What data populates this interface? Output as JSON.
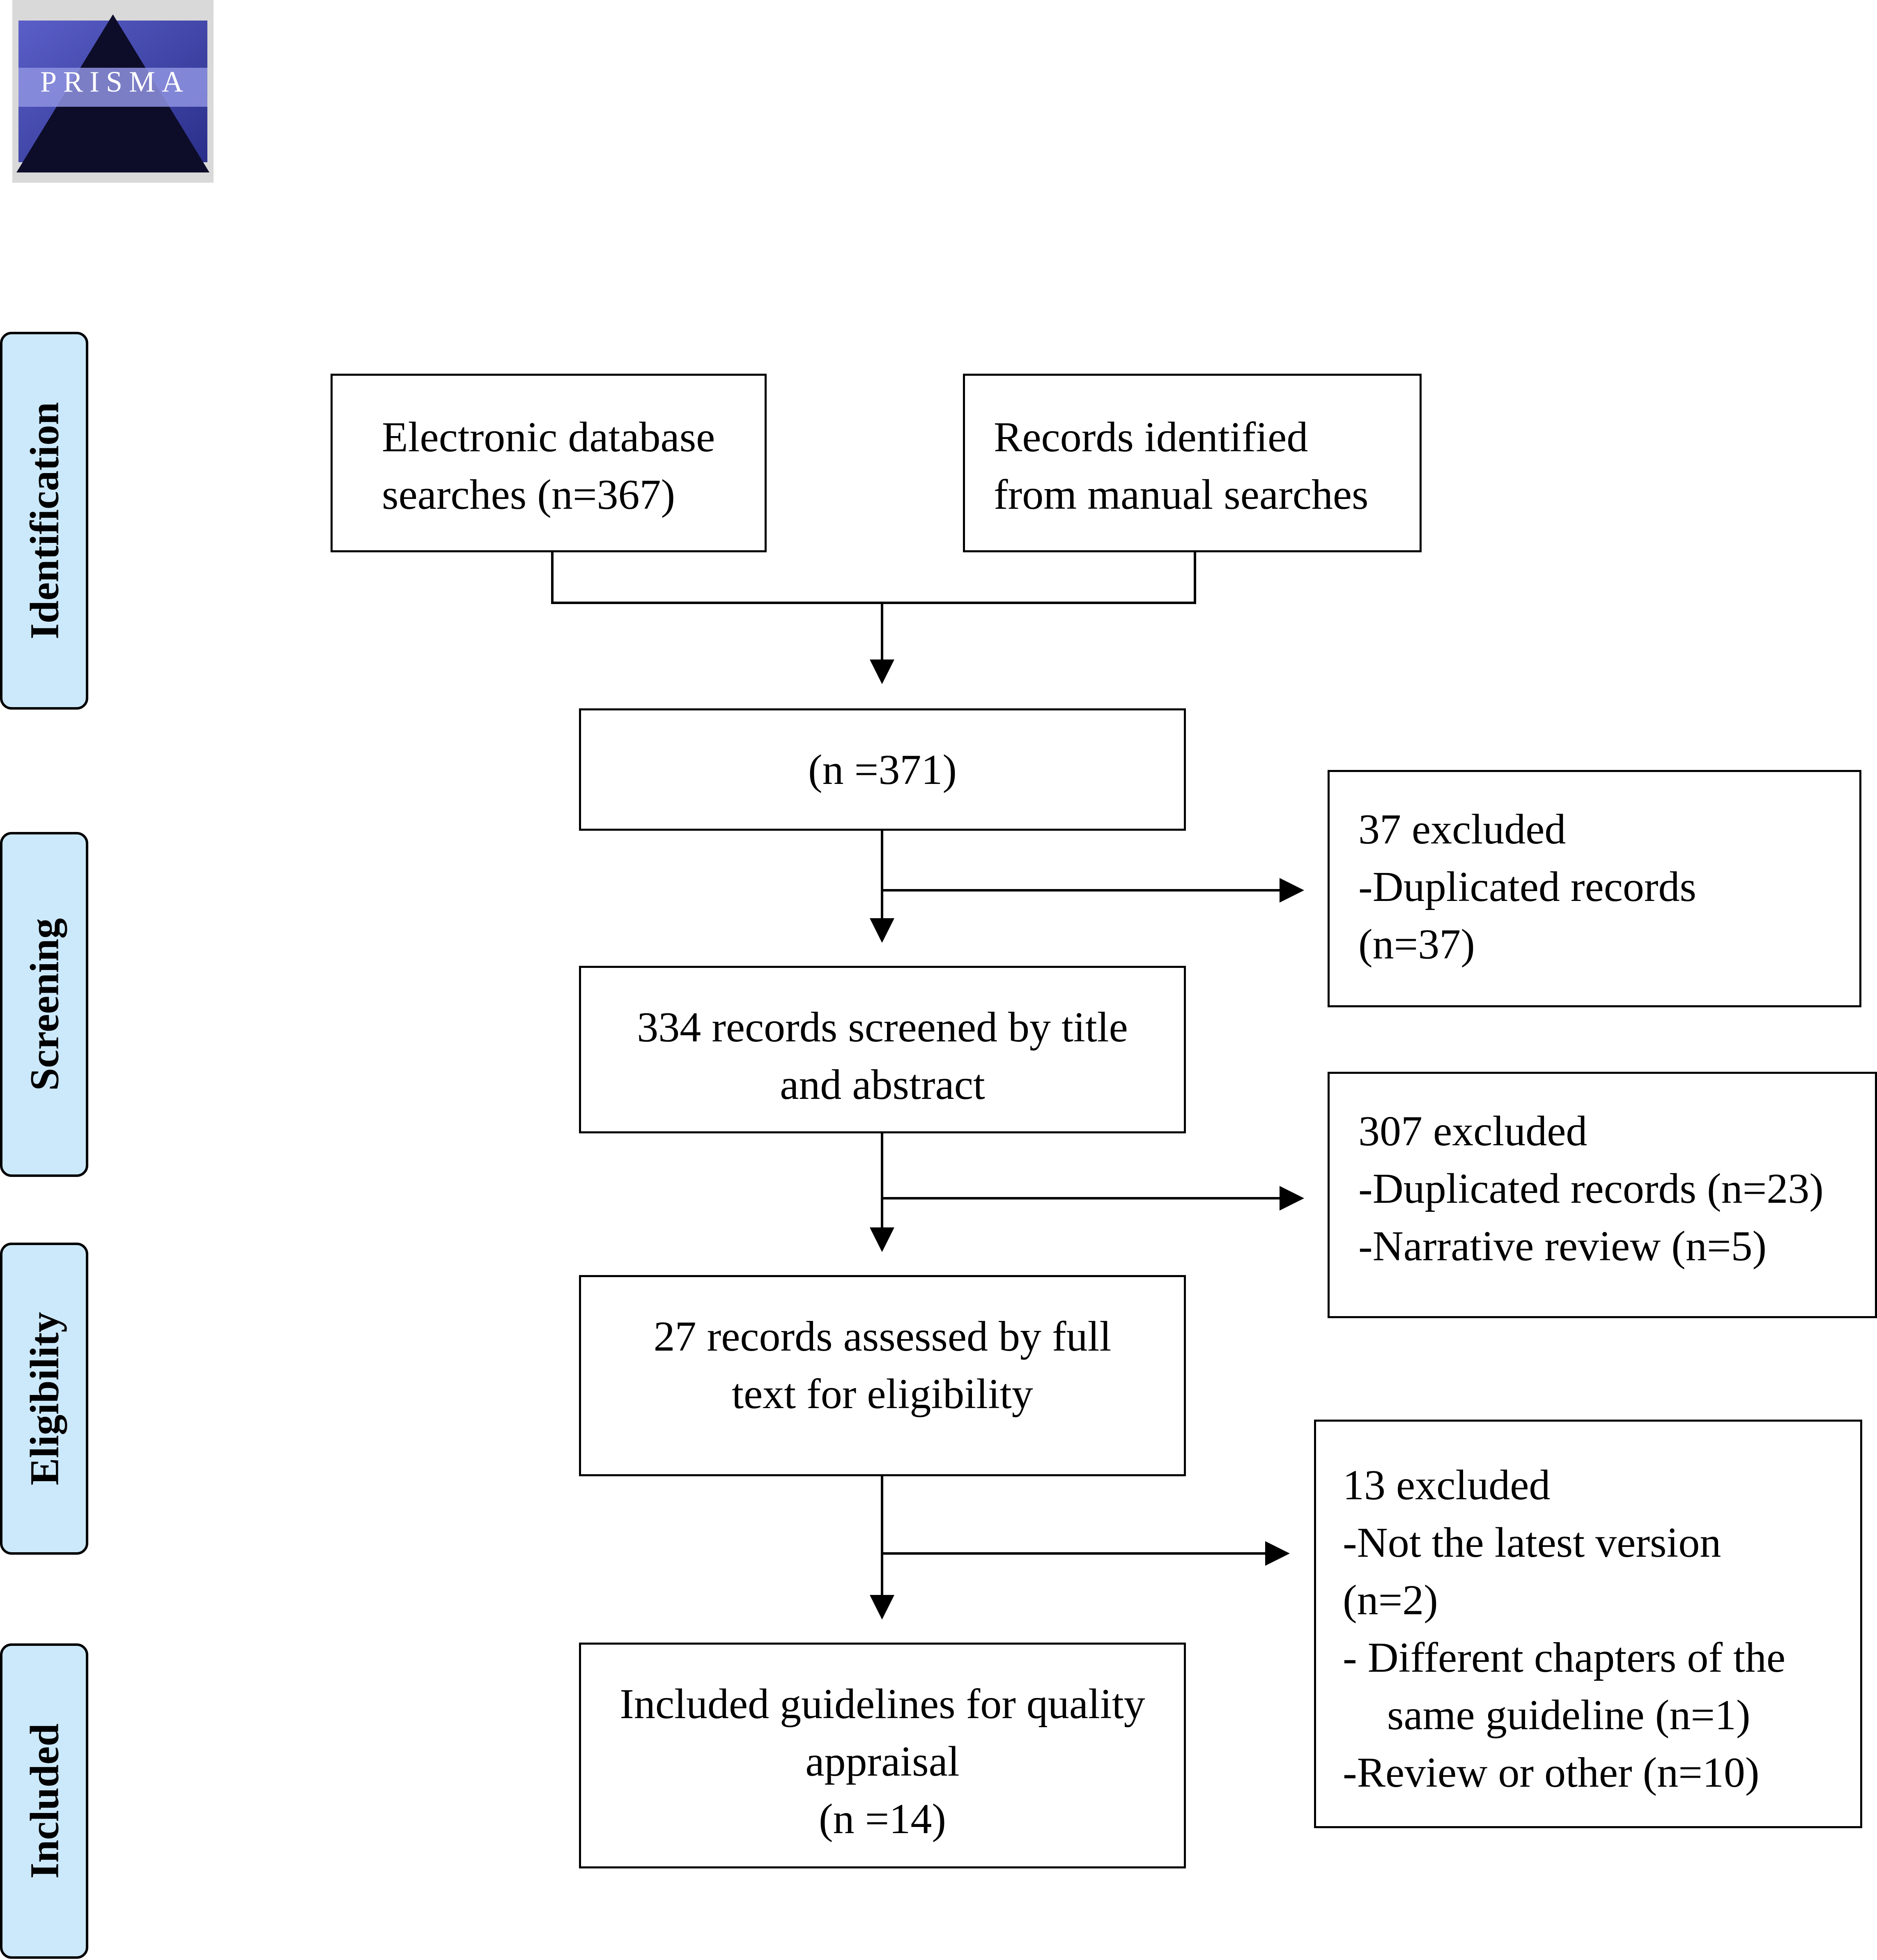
{
  "logo": {
    "text": "PRISMA"
  },
  "stages": {
    "identification": "Identification",
    "screening": "Screening",
    "eligibility": "Eligibility",
    "included": "Included"
  },
  "boxes": {
    "electronic": [
      "Electronic database",
      "searches (n=367)"
    ],
    "manual": [
      "Records identified",
      "from manual searches"
    ],
    "combined": [
      "(n =371)"
    ],
    "screened": [
      "334 records screened by title",
      "and abstract"
    ],
    "assessed": [
      "27 records assessed by full",
      "text for eligibility"
    ],
    "included": [
      "Included guidelines for quality",
      "appraisal",
      "(n =14)"
    ],
    "excluded_dup": [
      "37 excluded",
      "-Duplicated records",
      "(n=37)"
    ],
    "excluded_screen": [
      "307 excluded",
      "-Duplicated records (n=23)",
      "-Narrative review (n=5)"
    ],
    "excluded_full": [
      "13 excluded",
      "-Not the latest version",
      "(n=2)",
      "- Different chapters of the",
      "same guideline (n=1)",
      "-Review or other (n=10)"
    ]
  }
}
